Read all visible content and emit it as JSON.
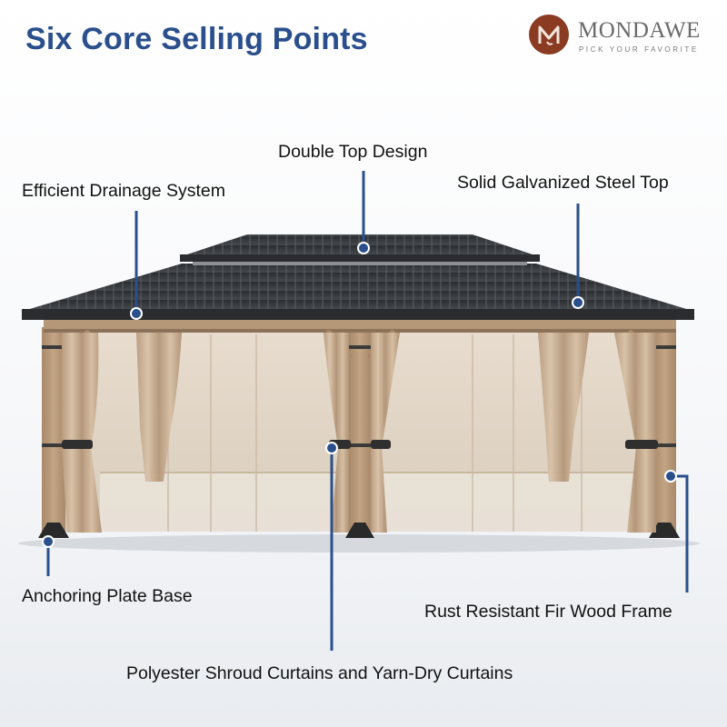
{
  "title": "Six Core Selling Points",
  "brand": {
    "name": "MONDAWE",
    "tagline": "PICK YOUR FAVORITE",
    "color": "#8a3b22"
  },
  "accent_color": "#2a4f8c",
  "features": {
    "double_top": "Double Top Design",
    "drainage": "Efficient Drainage System",
    "steel_top": "Solid Galvanized Steel Top",
    "anchoring": "Anchoring Plate Base",
    "wood_frame": "Rust Resistant Fir Wood Frame",
    "curtains": "Polyester Shroud Curtains and Yarn-Dry Curtains"
  }
}
